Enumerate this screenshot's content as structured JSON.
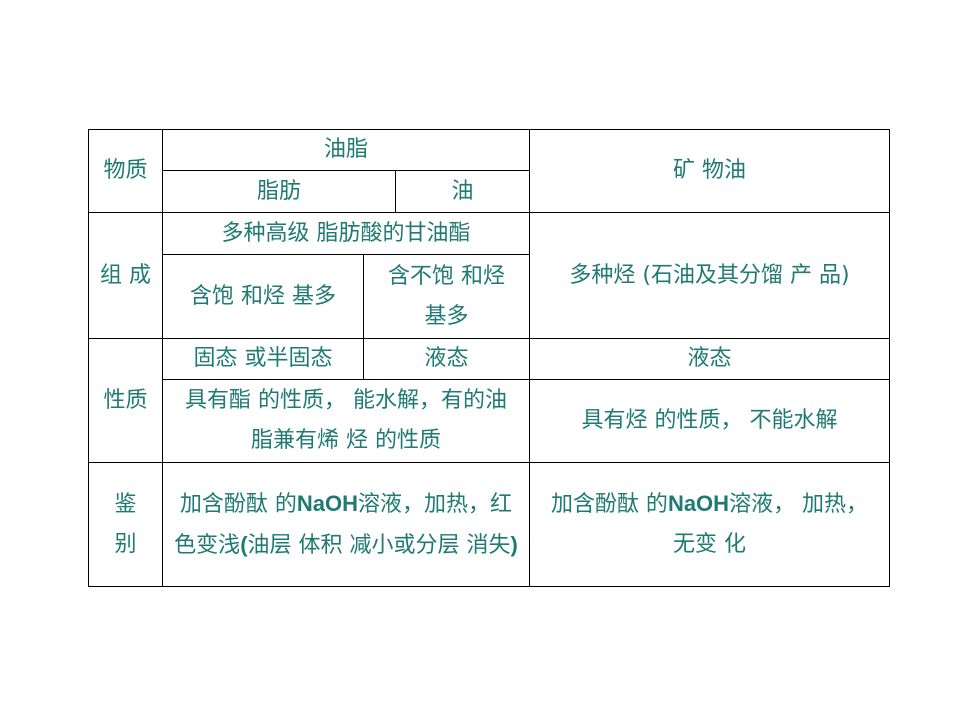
{
  "table": {
    "header": {
      "substance": "物质",
      "oil_fat": "油脂",
      "fat": "脂肪",
      "oil": "油",
      "mineral_oil": "矿 物油"
    },
    "composition": {
      "label": "组 成",
      "oil_fat_general": "多种高级 脂肪酸的甘油酯",
      "fat": "含饱 和烃 基多",
      "oil": "含不饱 和烃 基多",
      "mineral_oil": "多种烃 (石油及其分馏 产 品)"
    },
    "properties": {
      "label": "性质",
      "oil_fat_state": "固态 或半固态",
      "oil_state": "液态",
      "mineral_state": "液态",
      "oil_fat_chem": "具有酯 的性质， 能水解，有的油脂兼有烯 烃 的性质",
      "mineral_chem": "具有烃 的性质， 不能水解"
    },
    "identification": {
      "label_a": "鉴",
      "label_b": "别",
      "oil_fat_1": "加含酚酞 的",
      "oil_fat_naoh": "NaOH",
      "oil_fat_2": "溶液，加热，红 色变浅",
      "oil_fat_paren": "(",
      "oil_fat_3": "油层 体积 减小或分层 消失",
      "oil_fat_paren_close": ")",
      "mineral_1": "加含酚酞 的",
      "mineral_naoh": "NaOH",
      "mineral_2": "溶液， 加热， 无变 化"
    }
  }
}
